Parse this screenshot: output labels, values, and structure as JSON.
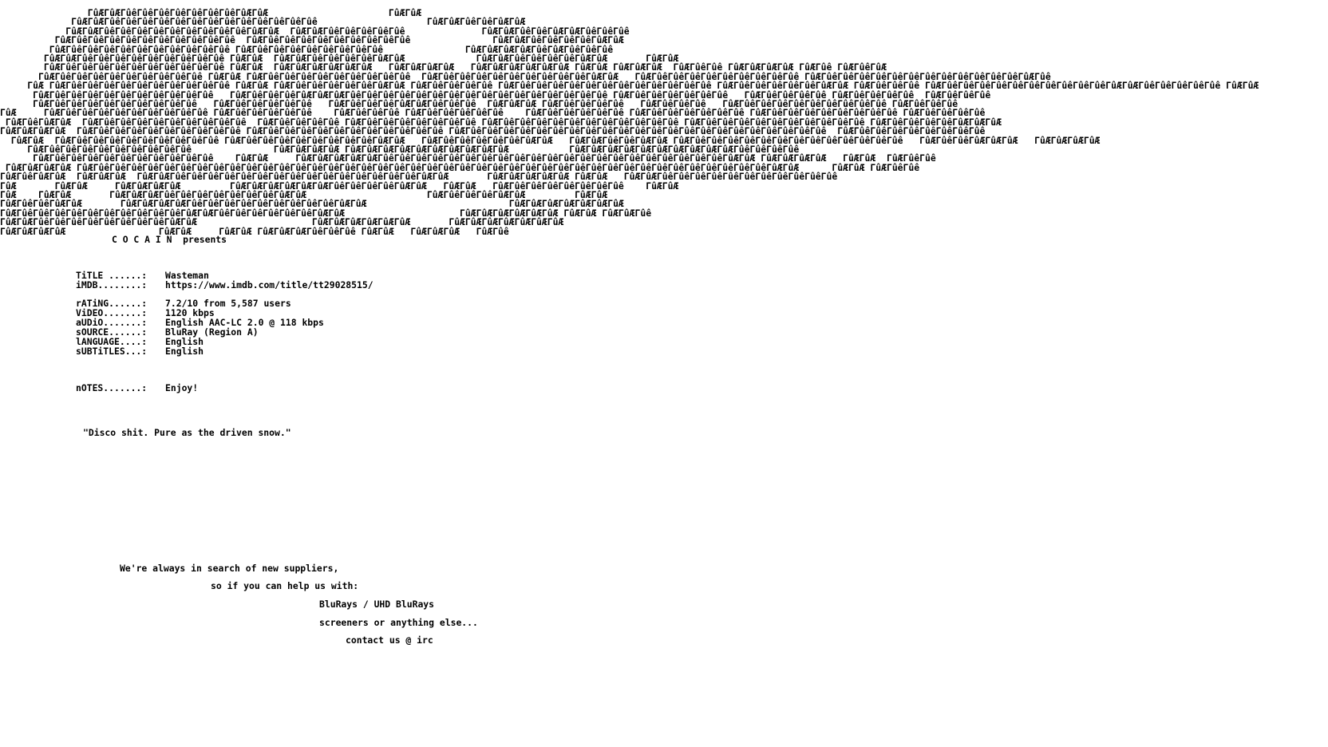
{
  "art_lines": [
    "                ΓûÆΓûÆΓûêΓûêΓûêΓûêΓûêΓûêΓûêΓûÆΓûÆ                      ΓûÆΓûÆ",
    "             ΓûÆΓûÆΓûêΓûêΓûêΓûêΓûêΓûêΓûêΓûêΓûêΓûêΓûêΓûêΓûê                    ΓûÆΓûÆΓûêΓûêΓûÆΓûÆ",
    "            ΓûÆΓûÆΓûêΓûêΓûêΓûêΓûêΓûêΓûêΓûêΓûêΓûÆΓûÆ  ΓûÆΓûÆΓûêΓûêΓûêΓûêΓûê              ΓûÆΓûÆΓûêΓûêΓûÆΓûÆΓûêΓûêΓûê",
    "          ΓûÆΓûêΓûêΓûêΓûêΓûêΓûêΓûêΓûêΓûêΓûê  ΓûÆΓûêΓûêΓûêΓûêΓûêΓûêΓûêΓûêΓûê               ΓûÆΓûÆΓûêΓûêΓûêΓûêΓûÆΓûÆ",
    "         ΓûÆΓûêΓûêΓûêΓûêΓûêΓûêΓûêΓûêΓûêΓûê ΓûÆΓûêΓûêΓûêΓûêΓûêΓûêΓûêΓûê               ΓûÆΓûÆΓûÆΓûÆΓûêΓûÆΓûêΓûêΓûê",
    "        ΓûÆΓûÆΓûêΓûêΓûêΓûêΓûêΓûêΓûêΓûêΓûê ΓûÆΓûÆ  ΓûÆΓûÆΓûêΓûêΓûêΓûêΓûÆΓûÆ             ΓûÆΓûÆΓûêΓûêΓûêΓûêΓûÆΓûÆ       ΓûÆΓûÆ",
    "        ΓûÆΓûêΓûêΓûêΓûêΓûêΓûêΓûêΓûêΓûêΓûê ΓûÆΓûÆ  ΓûÆΓûÆΓûÆΓûÆΓûÆΓûÆ   ΓûÆΓûÆΓûÆΓûÆ   ΓûÆΓûÆΓûÆΓûÆΓûÆΓûÆ ΓûÆΓûÆ ΓûÆΓûÆΓûÆ  ΓûÆΓûêΓûê ΓûÆΓûÆΓûÆΓûÆ ΓûÆΓûê ΓûÆΓûêΓûÆ",
    "       ΓûÆΓûêΓûêΓûêΓûêΓûêΓûêΓûêΓûêΓûê ΓûÆΓûÆ ΓûÆΓûêΓûêΓûêΓûêΓûêΓûêΓûêΓûêΓûê  ΓûÆΓûêΓûêΓûêΓûêΓûêΓûêΓûêΓûêΓûêΓûÆΓûÆ   ΓûÆΓûêΓûêΓûêΓûêΓûêΓûêΓûêΓûêΓûê ΓûÆΓûêΓûêΓûêΓûêΓûêΓûêΓûêΓûêΓûêΓûêΓûêΓûêΓûÆΓûê",
    "     ΓûÆ ΓûÆΓûêΓûêΓûêΓûêΓûêΓûêΓûêΓûêΓûêΓûê ΓûÆΓûÆ ΓûÆΓûêΓûêΓûêΓûêΓûêΓûÆΓûÆ ΓûÆΓûêΓûêΓûêΓûê ΓûÆΓûêΓûêΓûêΓûêΓûêΓûêΓûêΓûêΓûêΓûêΓûêΓûê ΓûÆΓûêΓûêΓûêΓûêΓûêΓûÆΓûÆ ΓûÆΓûêΓûêΓûê ΓûÆΓûêΓûêΓûêΓûêΓûêΓûêΓûêΓûêΓûêΓûêΓûÆΓûÆΓûêΓûêΓûêΓûêΓûê ΓûÆΓûÆ",
    "      ΓûÆΓûêΓûêΓûêΓûêΓûêΓûêΓûêΓûêΓûêΓûê   ΓûÆΓûêΓûêΓûêΓûÆΓûÆΓûÆΓûêΓûêΓûêΓûêΓûêΓûêΓûêΓûêΓûêΓûêΓûêΓûêΓûêΓûêΓûêΓûê ΓûÆΓûêΓûêΓûêΓûêΓûêΓûê   ΓûÆΓûêΓûêΓûêΓûê ΓûÆΓûêΓûêΓûêΓûê  ΓûÆΓûêΓûêΓûê",
    "      ΓûÆΓûêΓûêΓûêΓûêΓûêΓûêΓûêΓûêΓûê   ΓûÆΓûêΓûêΓûêΓûêΓûê   ΓûÆΓûêΓûêΓûêΓûÆΓûÆΓûêΓûêΓûê  ΓûÆΓûÆΓûÆ ΓûÆΓûêΓûêΓûêΓûê   ΓûÆΓûêΓûêΓûê   ΓûÆΓûêΓûêΓûêΓûêΓûêΓûêΓûêΓûêΓûê ΓûÆΓûêΓûêΓûê",
    "ΓûÆ     ΓûÆΓûêΓûêΓûêΓûêΓûêΓûêΓûêΓûêΓûê ΓûÆΓûêΓûêΓûêΓûêΓûê    ΓûÆΓûêΓûêΓûê ΓûÆΓûêΓûêΓûêΓûêΓûê    ΓûÆΓûêΓûêΓûêΓûêΓûê ΓûÆΓûêΓûêΓûêΓûêΓûêΓûê ΓûÆΓûêΓûêΓûêΓûêΓûêΓûêΓûêΓûê ΓûÆΓûêΓûêΓûêΓûê",
    " ΓûÆΓûêΓûÆΓûÆ  ΓûÆΓûêΓûêΓûêΓûêΓûêΓûêΓûêΓûêΓûê  ΓûÆΓûêΓûêΓûêΓûê ΓûÆΓûêΓûêΓûêΓûêΓûêΓûêΓûê ΓûÆΓûêΓûêΓûêΓûêΓûêΓûêΓûêΓûêΓûêΓûêΓûê ΓûÆΓûêΓûêΓûêΓûêΓûêΓûêΓûêΓûêΓûêΓûê ΓûÆΓûêΓûêΓûêΓûêΓûÆΓûÆΓûÆ",
    "ΓûÆΓûÆΓûÆΓûÆ  ΓûÆΓûêΓûêΓûêΓûêΓûêΓûêΓûêΓûêΓûê ΓûÆΓûêΓûêΓûêΓûêΓûêΓûêΓûêΓûêΓûêΓûêΓûê ΓûÆΓûêΓûêΓûêΓûêΓûêΓûêΓûêΓûêΓûêΓûêΓûêΓûêΓûêΓûêΓûêΓûêΓûêΓûêΓûêΓûêΓûêΓûê  ΓûÆΓûêΓûêΓûêΓûêΓûêΓûêΓûêΓûê",
    "  ΓûÆΓûÆ  ΓûÆΓûêΓûêΓûêΓûêΓûêΓûêΓûêΓûêΓûê ΓûÆΓûêΓûêΓûêΓûêΓûêΓûêΓûêΓûêΓûÆΓûÆ   ΓûÆΓûêΓûêΓûêΓûêΓûêΓûÆΓûÆ   ΓûÆΓûÆΓûêΓûêΓûÆΓûÆ ΓûÆΓûêΓûêΓûêΓûêΓûêΓûêΓûêΓûêΓûêΓûêΓûêΓûêΓûê   ΓûÆΓûêΓûêΓûÆΓûÆΓûÆ   ΓûÆΓûÆΓûÆΓûÆ",
    "     ΓûÆΓûêΓûêΓûêΓûêΓûêΓûêΓûêΓûêΓûê               ΓûÆΓûÆΓûÆΓûÆ ΓûÆΓûÆΓûÆΓûÆΓûÆΓûÆΓûÆΓûÆΓûÆΓûÆ           ΓûÆΓûÆΓûÆΓûÆΓûÆΓûÆΓûÆΓûÆΓûÆΓûÆΓûêΓûêΓûêΓûê",
    "      ΓûÆΓûêΓûêΓûêΓûêΓûêΓûêΓûêΓûêΓûêΓûê    ΓûÆΓûÆ     ΓûÆΓûÆΓûÆΓûÆΓûÆΓûêΓûêΓûêΓûêΓûêΓûêΓûêΓûêΓûêΓûêΓûêΓûêΓûêΓûêΓûêΓûêΓûêΓûêΓûêΓûêΓûêΓûÆΓûÆ ΓûÆΓûÆΓûÆΓûÆ   ΓûÆΓûÆ  ΓûÆΓûêΓûê",
    " ΓûÆΓûÆΓûÆΓûÆ ΓûÆΓûêΓûêΓûêΓûêΓûêΓûêΓûêΓûêΓûêΓûêΓûêΓûêΓûêΓûêΓûêΓûêΓûêΓûêΓûêΓûêΓûêΓûêΓûêΓûêΓûêΓûêΓûêΓûêΓûêΓûêΓûêΓûêΓûêΓûêΓûêΓûêΓûêΓûêΓûêΓûêΓûêΓûÆΓûÆ      ΓûÆΓûÆ ΓûÆΓûêΓûê",
    "ΓûÆΓûêΓûÆΓûÆ  ΓûÆΓûÆΓûÆ  ΓûÆΓûÆΓûêΓûêΓûêΓûêΓûêΓûêΓûêΓûêΓûêΓûêΓûêΓûêΓûêΓûêΓûêΓûÆΓûÆ       ΓûÆΓûÆΓûÆΓûÆΓûÆ ΓûÆΓûÆ   ΓûÆΓûÆΓûêΓûêΓûêΓûêΓûêΓûêΓûêΓûêΓûêΓûêΓûê",
    "ΓûÆ       ΓûÆΓûÆ     ΓûÆΓûÆΓûÆΓûÆ         ΓûÆΓûÆΓûÆΓûÆΓûÆΓûÆΓûêΓûêΓûêΓûêΓûÆΓûÆ   ΓûÆΓûÆ   ΓûÆΓûêΓûêΓûêΓûêΓûêΓûêΓûê    ΓûÆΓûÆ",
    "ΓûÆ    ΓûÆΓûÆ       ΓûÆΓûÆΓûÆΓûêΓûêΓûêΓûêΓûêΓûêΓûêΓûÆΓûÆ                      ΓûÆΓûêΓûêΓûêΓûÆΓûÆ         ΓûÆΓûÆ",
    "ΓûÆΓûêΓûêΓûÆΓûÆ       ΓûÆΓûÆΓûÆΓûÆΓûêΓûêΓûêΓûêΓûêΓûêΓûêΓûêΓûêΓûÆΓûÆ                          ΓûÆΓûÆΓûÆΓûÆΓûÆΓûÆΓûÆ",
    "ΓûÆΓûêΓûêΓûêΓûêΓûêΓûêΓûêΓûêΓûêΓûêΓûÆΓûÆΓûêΓûêΓûêΓûêΓûêΓûêΓûÆΓûÆ                     ΓûÆΓûÆΓûÆΓûÆΓûÆΓûÆ ΓûÆΓûÆ ΓûÆΓûÆΓûê",
    "ΓûÆΓûÆΓûêΓûêΓûêΓûêΓûêΓûêΓûêΓûêΓûÆΓûÆ                     ΓûÆΓûÆΓûÆΓûÆΓûÆΓûÆ       ΓûÆΓûÆΓûÆΓûÆΓûÆΓûÆΓûÆ",
    "ΓûÆΓûÆΓûÆΓûÆ                 ΓûÆΓûÆ     ΓûÆΓûÆ ΓûÆΓûÆΓûÆΓûêΓûêΓûê ΓûÆΓûÆ   ΓûÆΓûÆΓûÆ   ΓûÆΓûê"
  ],
  "header_text": "C O C A I N  presents",
  "release": {
    "title_label": "TiTLE ......:",
    "title_value": "Wasteman",
    "imdb_label": "iMDB........:",
    "imdb_value": "https://www.imdb.com/title/tt29028515/",
    "rating_label": "rATiNG......:",
    "rating_value": "7.2/10 from 5,587 users",
    "video_label": "ViDEO.......:",
    "video_value": "1120 kbps",
    "audio_label": "aUDiO.......:",
    "audio_value": "English AAC-LC 2.0 @ 118 kbps",
    "source_label": "sOURCE......:",
    "source_value": "BluRay (Region A)",
    "language_label": "lANGUAGE....:",
    "language_value": "English",
    "subtitles_label": "sUBTiTLES...:",
    "subtitles_value": "English",
    "notes_label": "nOTES.......:",
    "notes_value": "Enjoy!"
  },
  "quote": "\"Disco shit. Pure as the driven snow.\"",
  "suppliers": {
    "line1": "We're always in search of new suppliers,",
    "line2": "so if you can help us with:",
    "item1": "BluRays / UHD BluRays",
    "item2": "screeners or anything else...",
    "contact": "contact us @ irc"
  }
}
